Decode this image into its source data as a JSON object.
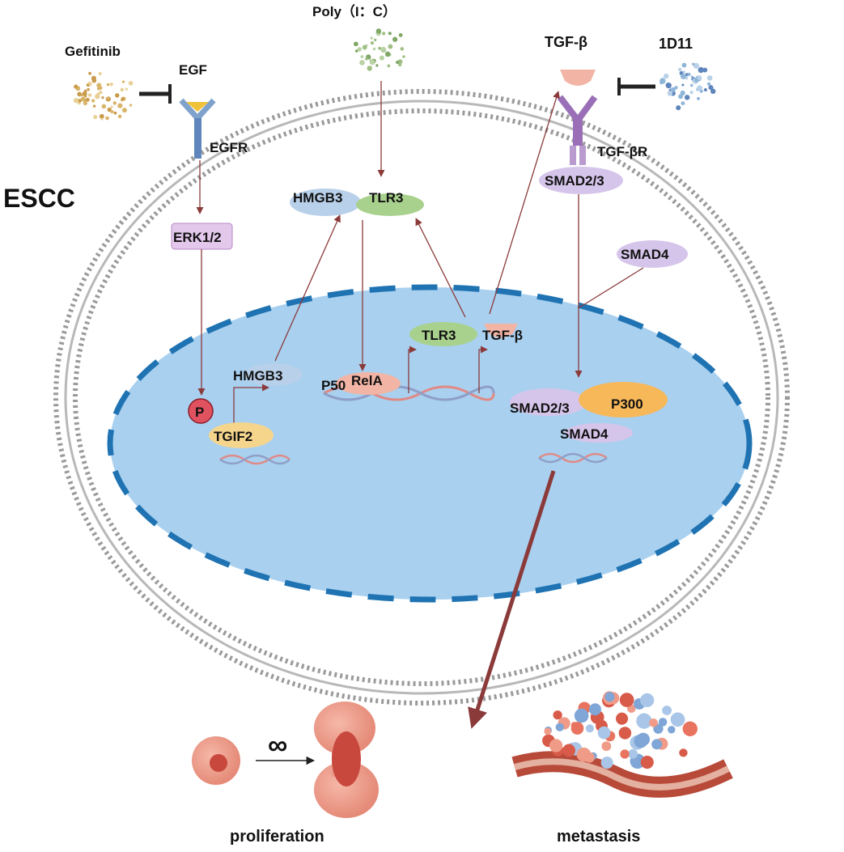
{
  "diagram": {
    "title": "ESCC",
    "drugs": {
      "gefitinib": "Gefitinib",
      "polyic": "Poly（I：C）",
      "d11": "1D11"
    },
    "ligands": {
      "egf": "EGF",
      "tgfb": "TGF-β"
    },
    "receptors": {
      "egfr": "EGFR",
      "tgfbr": "TGF-βR"
    },
    "cytoplasm": {
      "erk": "ERK1/2",
      "hmgb3": "HMGB3",
      "tlr3": "TLR3",
      "smad23": "SMAD2/3",
      "smad4": "SMAD4"
    },
    "nucleus": {
      "p": "P",
      "tgif2": "TGIF2",
      "hmgb3": "HMGB3",
      "p50": "P50",
      "rela": "RelA",
      "tlr3": "TLR3",
      "tgfb": "TGF-β",
      "smad23": "SMAD2/3",
      "p300": "P300",
      "smad4": "SMAD4"
    },
    "outcomes": {
      "proliferation": "proliferation",
      "metastasis": "metastasis",
      "infinity": "∞"
    },
    "colors": {
      "membrane": "#9a9a9a",
      "nucleus_fill": "#a9d0ef",
      "nucleus_border": "#1f73b2",
      "arrow": "#8b3a3a",
      "tgif2": "#f5d58c",
      "tlr3": "#a9d18e",
      "hmgb3": "#b8d0ea",
      "smad": "#d6c5ea",
      "p300": "#f7b85a",
      "erk": "#e3c8ec",
      "phospho": "#e0525f"
    }
  }
}
